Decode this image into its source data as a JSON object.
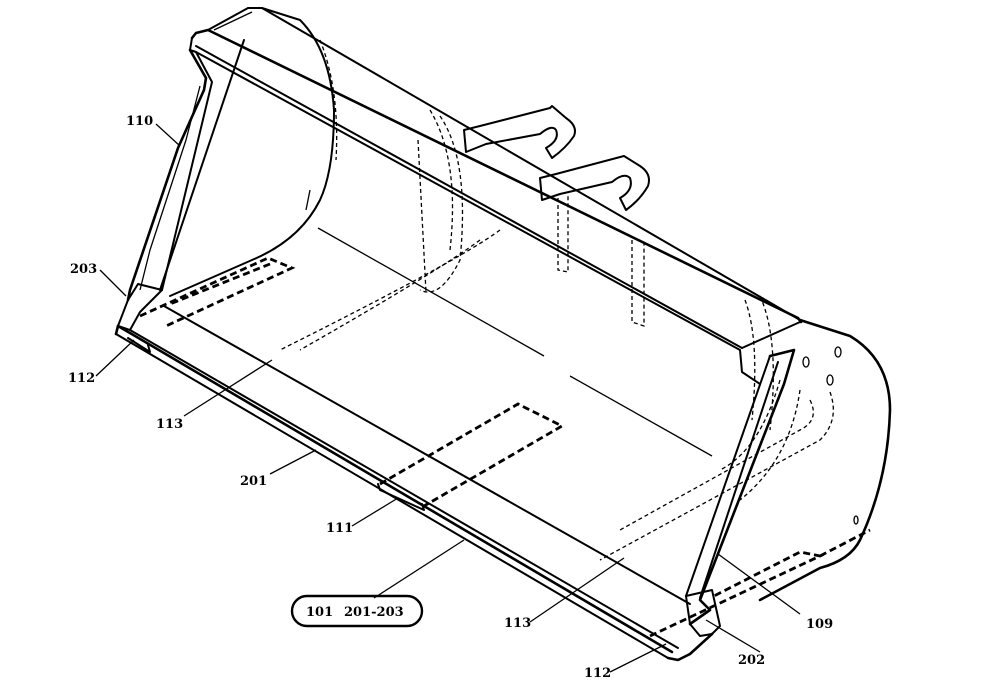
{
  "diagram": {
    "callouts": [
      {
        "id": "110",
        "text": "110"
      },
      {
        "id": "203",
        "text": "203"
      },
      {
        "id": "112a",
        "text": "112"
      },
      {
        "id": "113a",
        "text": "113"
      },
      {
        "id": "201",
        "text": "201"
      },
      {
        "id": "111",
        "text": "111"
      },
      {
        "id": "113b",
        "text": "113"
      },
      {
        "id": "109",
        "text": "109"
      },
      {
        "id": "202",
        "text": "202"
      },
      {
        "id": "112b",
        "text": "112"
      }
    ],
    "reference_box": {
      "part": "101",
      "range": "201-203"
    }
  }
}
